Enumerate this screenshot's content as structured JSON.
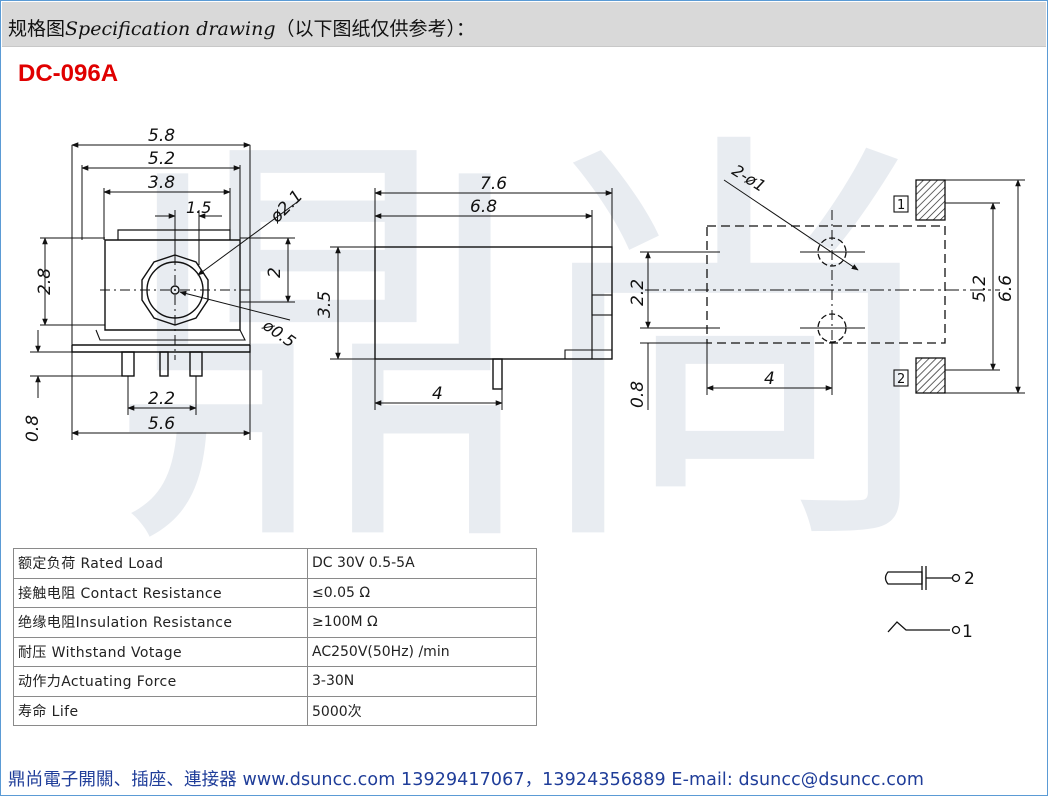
{
  "header": {
    "title_cn": "规格图",
    "title_en": "Specification drawing",
    "title_note": "（以下图纸仅供参考）："
  },
  "model": "DC-096A",
  "watermark": "鼎尚",
  "drawing": {
    "front": {
      "w_outer": "5.8",
      "w_inner": "5.2",
      "w_body": "3.8",
      "pin_center": "1.5",
      "hole_dia": "ø2.1",
      "h_left": "2.8",
      "h_right": "2",
      "pin_dia": "ø0.5",
      "pin_pitch": "2.2",
      "base_w": "5.6",
      "pin_len": "0.8"
    },
    "side": {
      "length": "7.6",
      "length_inner": "6.8",
      "height": "3.5",
      "pin_pos": "4"
    },
    "footprint": {
      "holes": "2-ø1",
      "pitch_v": "2.2",
      "pad_len": "0.8",
      "pin_pos": "4",
      "inner": "5.2",
      "outer": "6.6",
      "pad1": "1",
      "pad2": "2"
    },
    "schematic": {
      "pin2": "2",
      "pin1": "1"
    }
  },
  "specs": [
    {
      "label": "额定负荷 Rated Load",
      "value": "DC 30V 0.5-5A"
    },
    {
      "label": "接触电阻 Contact Resistance",
      "value": "≤0.05 Ω"
    },
    {
      "label": "绝缘电阻Insulation Resistance",
      "value": "≥100M Ω"
    },
    {
      "label": "耐压  Withstand Votage",
      "value": "AC250V(50Hz) /min"
    },
    {
      "label": "动作力Actuating  Force",
      "value": "3-30N"
    },
    {
      "label": "寿命   Life",
      "value": "5000次"
    }
  ],
  "footer": "鼎尚電子開關、插座、連接器   www.dsuncc.com   13929417067，13924356889  E-mail: dsuncc@dsuncc.com"
}
